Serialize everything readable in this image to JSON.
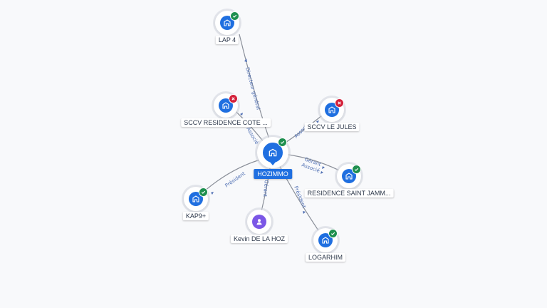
{
  "diagram": {
    "center": {
      "label": "HOZIMMO",
      "status": "active",
      "icon": "building-icon"
    },
    "nodes": [
      {
        "id": "lap4",
        "label": "LAP 4",
        "status": "active",
        "icon": "building-icon"
      },
      {
        "id": "sccv_cote",
        "label": "SCCV RESIDENCE COTE ...",
        "status": "closed",
        "icon": "building-icon"
      },
      {
        "id": "sccv_jules",
        "label": "SCCV LE JULES",
        "status": "closed",
        "icon": "building-icon"
      },
      {
        "id": "saint_jamm",
        "label": "RESIDENCE SAINT JAMM...",
        "status": "active",
        "icon": "building-icon"
      },
      {
        "id": "kap9",
        "label": "KAP9+",
        "status": "active",
        "icon": "building-icon"
      },
      {
        "id": "kevin",
        "label": "Kevin DE LA HOZ",
        "status": "",
        "icon": "person-icon"
      },
      {
        "id": "logarhim",
        "label": "LOGARHIM",
        "status": "active",
        "icon": "building-icon"
      }
    ],
    "edges": [
      {
        "to": "lap4",
        "labels": [
          "Directeur général"
        ]
      },
      {
        "to": "sccv_cote",
        "labels": [
          "Associé"
        ]
      },
      {
        "to": "sccv_jules",
        "labels": [
          "Associé"
        ]
      },
      {
        "to": "saint_jamm",
        "labels": [
          "Gérant",
          "Associé"
        ]
      },
      {
        "to": "kap9",
        "labels": [
          "Président"
        ]
      },
      {
        "to": "kevin",
        "labels": [
          "Gérant"
        ]
      },
      {
        "to": "logarhim",
        "labels": [
          "Président"
        ]
      }
    ],
    "colors": {
      "company": "#1f6fe0",
      "person": "#7b57e6",
      "active_badge": "#1e8f4f",
      "closed_badge": "#d3203a",
      "edge_label": "#4f6fb3"
    }
  }
}
